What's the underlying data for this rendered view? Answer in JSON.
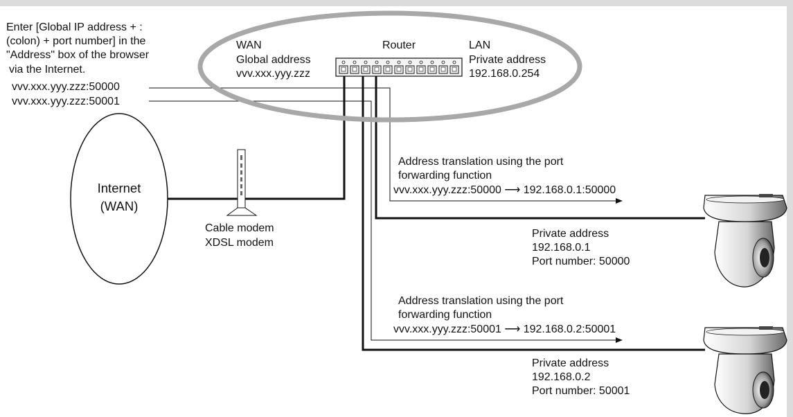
{
  "instruction": {
    "lines": [
      "Enter [Global IP address + :",
      "(colon) + port number] in the",
      "\"Address\" box of the browser",
      "via the Internet."
    ],
    "url_1": "vvv.xxx.yyy.zzz:50000",
    "url_2": "vvv.xxx.yyy.zzz:50001"
  },
  "router": {
    "wan_title": "WAN",
    "wan_label": "Global address",
    "wan_address": "vvv.xxx.yyy.zzz",
    "title": "Router",
    "lan_title": "LAN",
    "lan_label": "Private address",
    "lan_address": "192.168.0.254"
  },
  "internet": {
    "line1": "Internet",
    "line2": "(WAN)"
  },
  "modem": {
    "line1": "Cable modem",
    "line2": "XDSL modem"
  },
  "forward_1": {
    "line1": "Address translation using the port",
    "line2": "forwarding function",
    "mapping": "vvv.xxx.yyy.zzz:50000  ⟶  192.168.0.1:50000"
  },
  "camera_1": {
    "label": "Private address",
    "ip": "192.168.0.1",
    "port": "Port number: 50000"
  },
  "forward_2": {
    "line1": "Address translation using the port",
    "line2": "forwarding function",
    "mapping": "vvv.xxx.yyy.zzz:50001  ⟶  192.168.0.2:50001"
  },
  "camera_2": {
    "label": "Private address",
    "ip": "192.168.0.2",
    "port": "Port number: 50001"
  },
  "colors": {
    "highlight_ellipse": "#a8a8a8",
    "frame": "#dcdcdc"
  }
}
